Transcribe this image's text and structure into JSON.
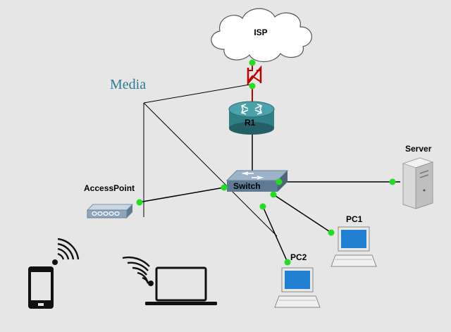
{
  "labels": {
    "isp": "ISP",
    "r1": "R1",
    "switch": "Switch",
    "server": "Server",
    "access_point": "AccessPoint",
    "pc1": "PC1",
    "pc2": "PC2",
    "media": "Media"
  },
  "colors": {
    "background": "#e6e6e6",
    "link_port": "#22dd22",
    "serial_link": "#c00000",
    "router": "#2f7f86",
    "switch": "#7f99b3",
    "media_text": "#2a7a9a"
  },
  "icons": [
    "cloud-icon",
    "router-icon",
    "switch-icon",
    "server-icon",
    "access-point-icon",
    "pc-icon",
    "smartphone-icon",
    "laptop-icon",
    "wifi-icon"
  ]
}
